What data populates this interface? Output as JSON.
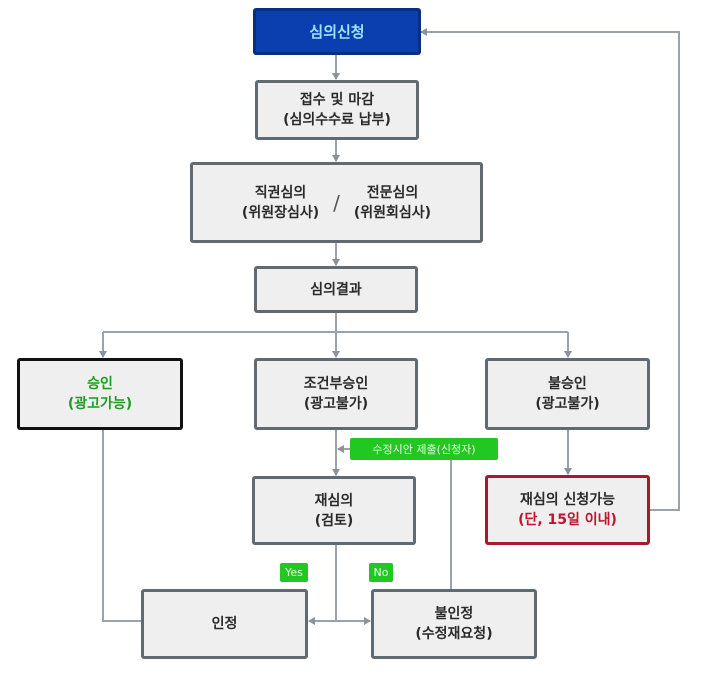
{
  "diagram": {
    "nodes": {
      "apply": {
        "title": "심의신청"
      },
      "receipt": {
        "title": "접수 및 마감",
        "sub": "(심의수수료 납부)"
      },
      "review": {
        "left_title": "직권심의",
        "left_sub": "(위원장심사)",
        "separator": "/",
        "right_title": "전문심의",
        "right_sub": "(위원회심사)"
      },
      "result": {
        "title": "심의결과"
      },
      "approved": {
        "title": "승인",
        "sub": "(광고가능)"
      },
      "conditional": {
        "title": "조건부승인",
        "sub": "(광고불가)"
      },
      "rejected": {
        "title": "불승인",
        "sub": "(광고불가)"
      },
      "rereview": {
        "title": "재심의",
        "sub": "(검토)"
      },
      "reapply": {
        "title": "재심의 신청가능",
        "sub": "(단, 15일 이내)"
      },
      "accepted": {
        "title": "인정"
      },
      "notaccepted": {
        "title": "불인정",
        "sub": "(수정재요청)"
      }
    },
    "labels": {
      "submit_revision": "수정시안 제출(신청자)",
      "yes": "Yes",
      "no": "No"
    },
    "colors": {
      "line": "#9aa3ad",
      "box_fill": "#efefef",
      "box_border": "#5f6a72",
      "apply_fill": "#0b3fb0",
      "approved_text": "#1e9b1e",
      "reapply_border": "#a8192e",
      "tag_green": "#22c722"
    }
  }
}
